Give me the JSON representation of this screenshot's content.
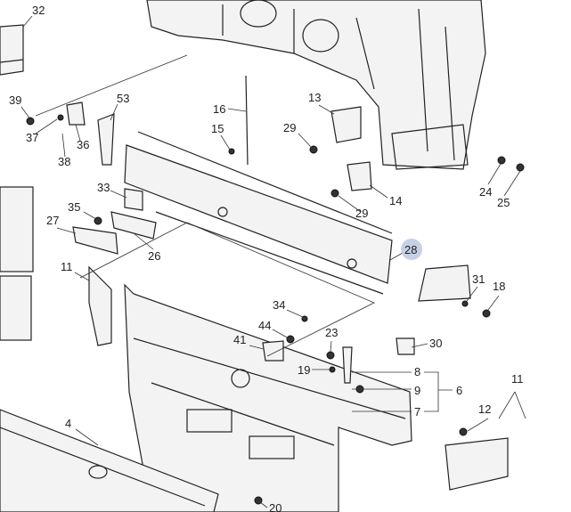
{
  "diagram": {
    "highlight_color": "#b8c4e0",
    "callouts": [
      "32",
      "39",
      "37",
      "36",
      "38",
      "53",
      "16",
      "15",
      "13",
      "29",
      "29",
      "14",
      "24",
      "25",
      "33",
      "35",
      "27",
      "26",
      "11",
      "28",
      "31",
      "18",
      "34",
      "44",
      "41",
      "23",
      "30",
      "19",
      "8",
      "9",
      "6",
      "7",
      "4",
      "12",
      "11",
      "20"
    ]
  }
}
